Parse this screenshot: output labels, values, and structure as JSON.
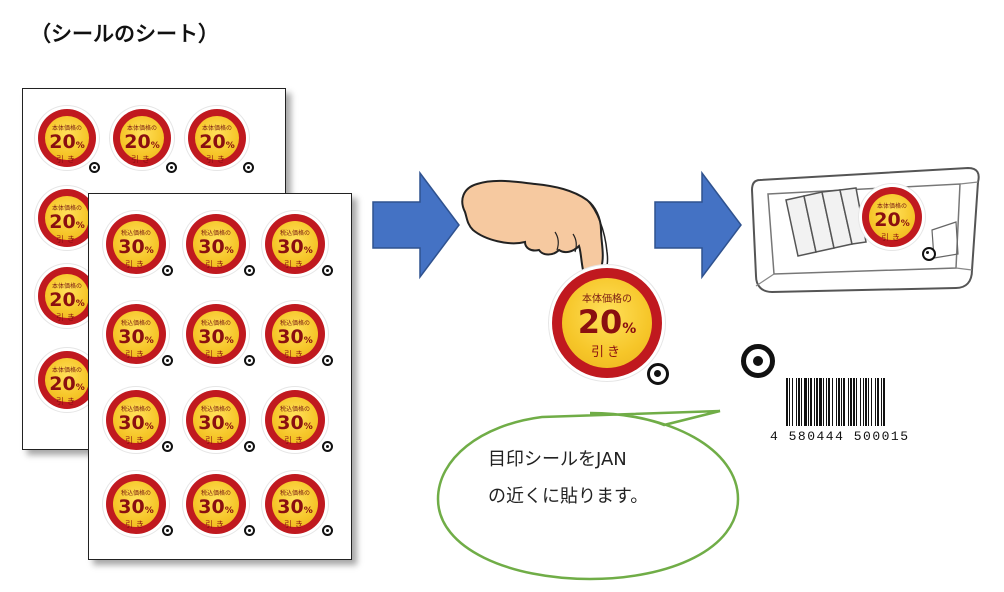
{
  "title": "（シールのシート）",
  "sheet_back": {
    "sticker_label": "本体価格の",
    "discount": "20",
    "percent": "%",
    "hiki": "引き"
  },
  "sheet_front": {
    "sticker_label": "税込価格の",
    "discount": "30",
    "percent": "%",
    "hiki": "引き"
  },
  "hand_sticker": {
    "label": "本体価格の",
    "discount": "20",
    "percent": "%",
    "hiki": "引き"
  },
  "tray_sticker": {
    "label": "本体価格の",
    "discount": "20",
    "percent": "%",
    "hiki": "引き"
  },
  "callout": {
    "line1": "目印シールをJAN",
    "line2": "の近くに貼ります。"
  },
  "barcode": {
    "number": "4 580444 500015"
  },
  "colors": {
    "arrow": "#4472c4",
    "sticker_ring": "#c0191f",
    "sticker_fill": "#f6c629",
    "bubble_border": "#70ad47"
  }
}
